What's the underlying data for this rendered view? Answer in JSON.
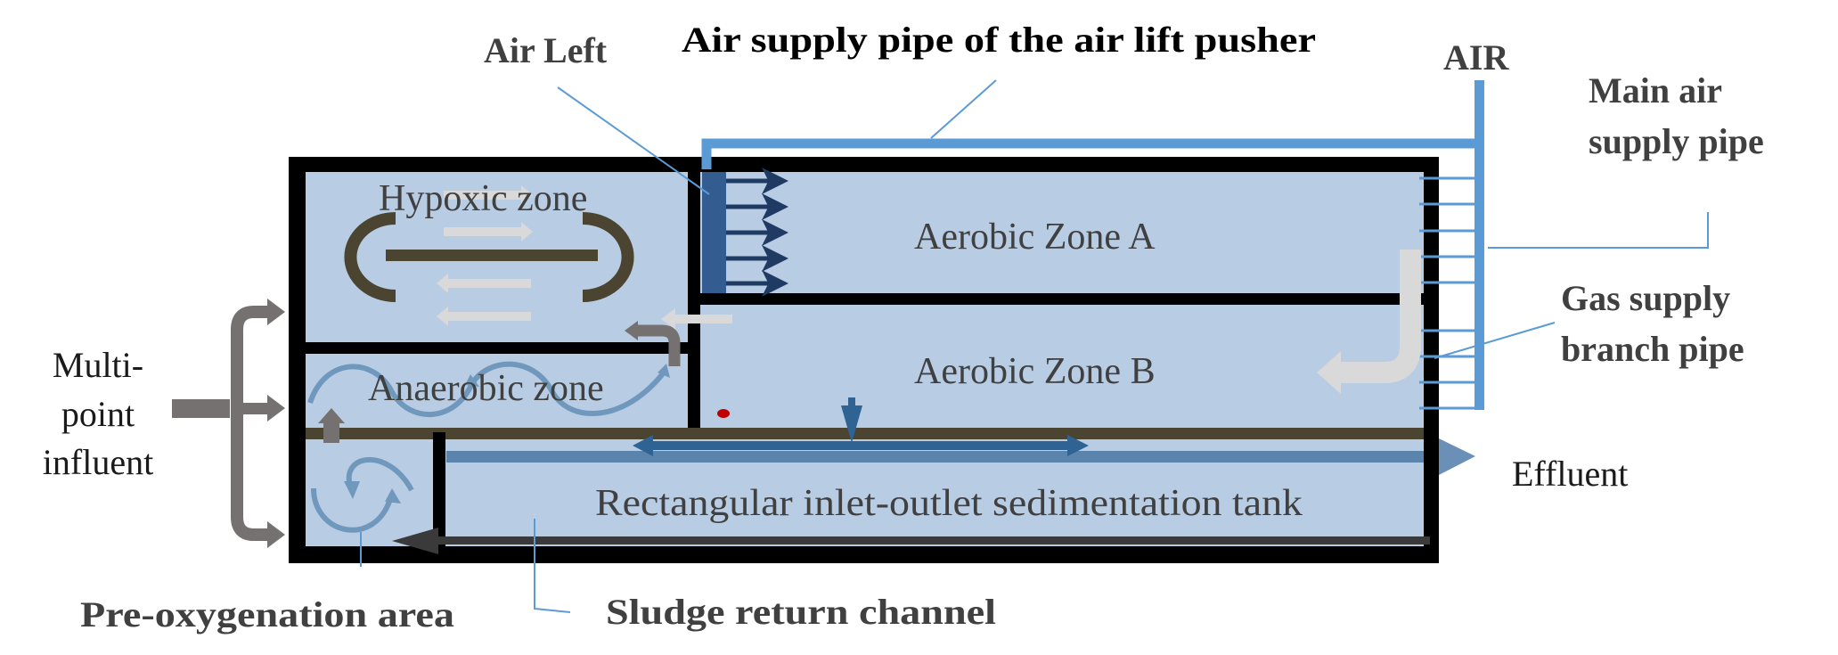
{
  "diagram": {
    "labels": {
      "air_left": "Air Left",
      "air_supply_pipe_pusher": "Air supply pipe of the air lift pusher",
      "air": "AIR",
      "main_air_supply_pipe_line1": "Main air",
      "main_air_supply_pipe_line2": "supply pipe",
      "gas_supply_branch_line1": "Gas supply",
      "gas_supply_branch_line2": "branch pipe",
      "effluent": "Effluent",
      "multi_point_line1": "Multi-",
      "multi_point_line2": "point",
      "multi_point_line3": "influent",
      "pre_oxygenation_area": "Pre-oxygenation area",
      "sludge_return_channel": "Sludge return channel"
    },
    "zones": {
      "hypoxic": "Hypoxic zone",
      "anaerobic": "Anaerobic zone",
      "aerobic_a": "Aerobic Zone A",
      "aerobic_b": "Aerobic Zone B",
      "sedimentation": "Rectangular inlet-outlet sedimentation tank"
    },
    "colors": {
      "water": "#b8cce4",
      "wall": "#000000",
      "pipe": "#5b9bd5",
      "baffle": "#4a4430",
      "airlift": "#335d91",
      "influent_arrow": "#767171",
      "flow_arrow_light": "#d9d9d9",
      "circulation_arrow": "#7098bd",
      "effluent_bar": "#5a84ac",
      "sludge_bar": "#3a3a3a",
      "marker": "#c00000"
    }
  }
}
